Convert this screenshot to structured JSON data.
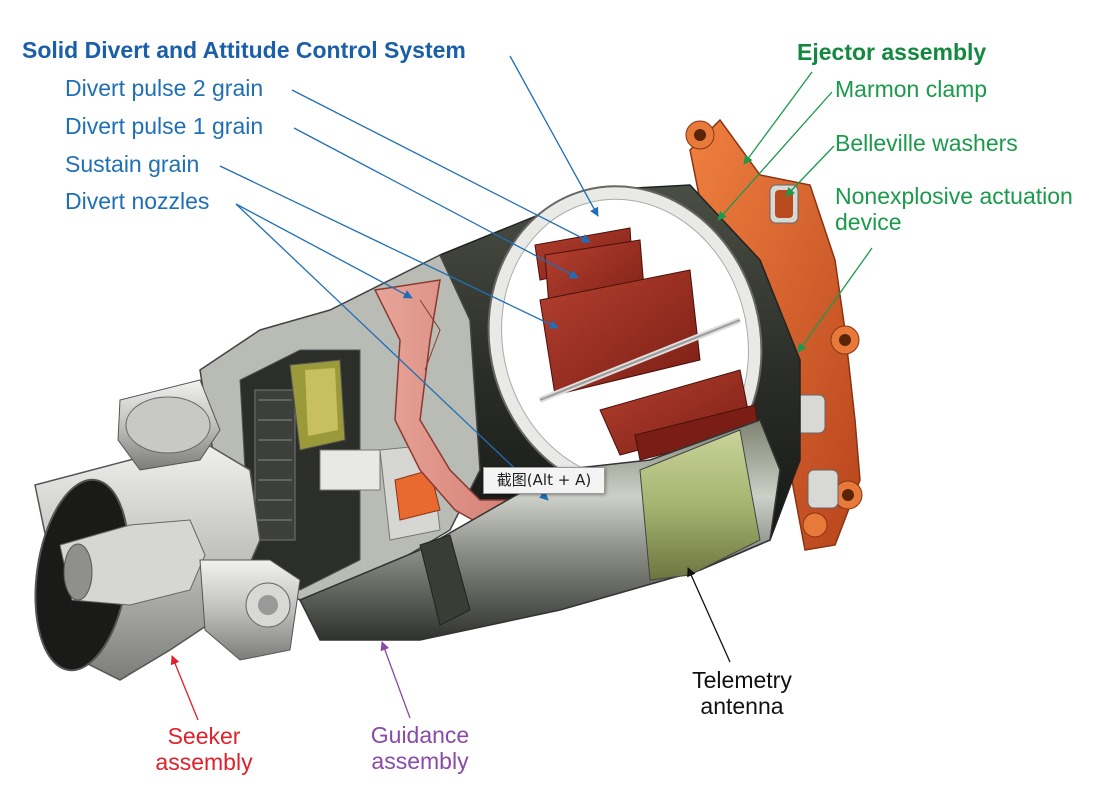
{
  "labels": {
    "sdacs_title": "Solid Divert and Attitude Control System",
    "divert_pulse_2": "Divert pulse 2 grain",
    "divert_pulse_1": "Divert pulse 1 grain",
    "sustain_grain": "Sustain grain",
    "divert_nozzles": "Divert nozzles",
    "ejector_title": "Ejector assembly",
    "marmon_clamp": "Marmon clamp",
    "belleville_washers": "Belleville washers",
    "nonexplosive_line1": "Nonexplosive actuation",
    "nonexplosive_line2": "device",
    "telemetry_line1": "Telemetry",
    "telemetry_line2": "antenna",
    "seeker_line1": "Seeker",
    "seeker_line2": "assembly",
    "guidance_line1": "Guidance",
    "guidance_line2": "assembly"
  },
  "tooltip": {
    "text": "截图(Alt + A)"
  },
  "colors": {
    "blue_label": "#1f6fb6",
    "green_label": "#1a9a4a",
    "seeker_red": "#e0202a",
    "guidance_purple": "#8a4aa8",
    "grain_red": "#9b2a20",
    "flange_orange": "#e0642a"
  }
}
